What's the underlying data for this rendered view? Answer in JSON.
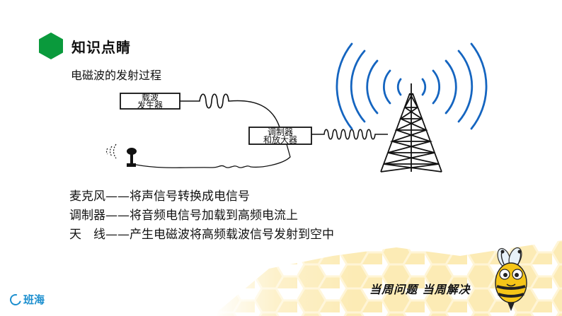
{
  "header": {
    "title": "知识点睛",
    "icon": "green-hexagon-icon",
    "accent": "#0a9a3c"
  },
  "subtitle": "电磁波的发射过程",
  "diagram": {
    "carrier_generator": [
      "载波",
      "发生器"
    ],
    "modulator_amplifier": [
      "调制器",
      "和放大器"
    ]
  },
  "descriptions": [
    "麦克风——将声信号转换成电信号",
    "调制器——将音频电信号加载到高频电流上",
    "天　线——产生电磁波将高频载波信号发射到空中"
  ],
  "footer": {
    "logo_text": "班海",
    "slogan": "当周问题 当周解决",
    "logo_color": "#1c8fcf",
    "honeycomb_color": "#fbe6a0"
  }
}
